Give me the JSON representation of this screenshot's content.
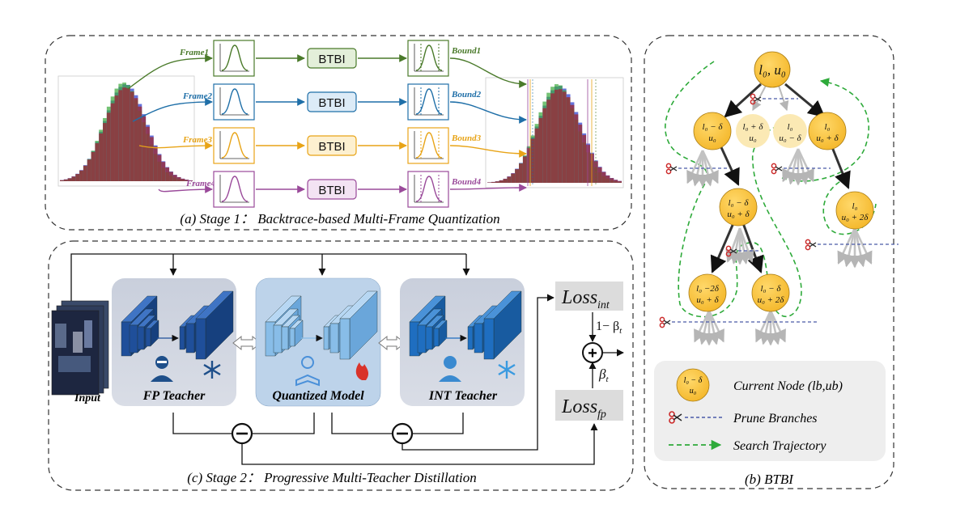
{
  "stage1": {
    "caption": "(a) Stage 1： Backtrace-based Multi-Frame Quantization",
    "frames": [
      {
        "frame": "Frame1",
        "module": "BTBI",
        "bound": "Bound1",
        "color": "#4a7a2a",
        "fill": "#e3efd9"
      },
      {
        "frame": "Frame2",
        "module": "BTBI",
        "bound": "Bound2",
        "color": "#1f6fa8",
        "fill": "#dcebf7"
      },
      {
        "frame": "Frame3",
        "module": "BTBI",
        "bound": "Bound3",
        "color": "#e8a417",
        "fill": "#fdf0d0"
      },
      {
        "frame": "Frame4",
        "module": "BTBI",
        "bound": "Bound4",
        "color": "#9a4a9a",
        "fill": "#f3e3f3"
      }
    ]
  },
  "stage2": {
    "caption": "(c) Stage 2： Progressive Multi-Teacher Distillation",
    "input_label": "Input",
    "fp_teacher": "FP Teacher",
    "quantized_model": "Quantized Model",
    "int_teacher": "INT Teacher",
    "loss_int_base": "Loss",
    "loss_int_sub": "int",
    "loss_fp_base": "Loss",
    "loss_fp_sub": "fp",
    "weight_int": "1− β",
    "weight_int_sub": "t",
    "weight_fp": "β",
    "weight_fp_sub": "t",
    "plus": "+",
    "minus": "−"
  },
  "btbi": {
    "caption": "(b) BTBI",
    "legend": {
      "current_node": "Current Node (lb,ub)",
      "prune": "Prune Branches",
      "search": "Search Trajectory"
    },
    "nodes": {
      "root": [
        "l₀, u₀"
      ],
      "left": [
        "l₀ − δ",
        "u₀"
      ],
      "mid_a": [
        "l₀ + δ",
        "u₀"
      ],
      "mid_b": [
        "l₀",
        "u₀ − δ"
      ],
      "right": [
        "l₀",
        "u₀ + δ"
      ],
      "l2": [
        "l₀ − δ",
        "u₀ + δ"
      ],
      "r2": [
        "l₀",
        "u₀ + 2δ"
      ],
      "l3a": [
        "l₀ −2δ",
        "u₀ + δ"
      ],
      "l3b": [
        "l₀ − δ",
        "u₀ + 2δ"
      ],
      "legend": [
        "l₀ − δ",
        "u₀"
      ]
    }
  }
}
